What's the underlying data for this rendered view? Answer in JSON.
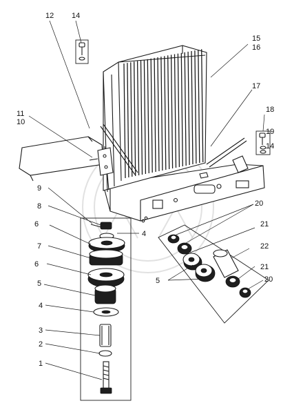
{
  "callouts": [
    {
      "id": "12",
      "text": "12"
    },
    {
      "id": "14a",
      "text": "14"
    },
    {
      "id": "15",
      "text": "15"
    },
    {
      "id": "16",
      "text": "16"
    },
    {
      "id": "17",
      "text": "17"
    },
    {
      "id": "11",
      "text": "11"
    },
    {
      "id": "10",
      "text": "10"
    },
    {
      "id": "18",
      "text": "18"
    },
    {
      "id": "19",
      "text": "19"
    },
    {
      "id": "14b",
      "text": "14"
    },
    {
      "id": "9",
      "text": "9"
    },
    {
      "id": "8",
      "text": "8"
    },
    {
      "id": "20a",
      "text": "20"
    },
    {
      "id": "4a",
      "text": "4"
    },
    {
      "id": "6a",
      "text": "6"
    },
    {
      "id": "21a",
      "text": "21"
    },
    {
      "id": "7",
      "text": "7"
    },
    {
      "id": "22",
      "text": "22"
    },
    {
      "id": "6b",
      "text": "6"
    },
    {
      "id": "21b",
      "text": "21"
    },
    {
      "id": "5a",
      "text": "5"
    },
    {
      "id": "5b",
      "text": "5"
    },
    {
      "id": "20b",
      "text": "20"
    },
    {
      "id": "4b",
      "text": "4"
    },
    {
      "id": "3",
      "text": "3"
    },
    {
      "id": "2",
      "text": "2"
    },
    {
      "id": "1",
      "text": "1"
    }
  ],
  "watermark": {
    "text": "ЗАО ЧЕЛЯБИНСКИЙ ТРАКТОРНЫЙ ЗАВОД"
  }
}
